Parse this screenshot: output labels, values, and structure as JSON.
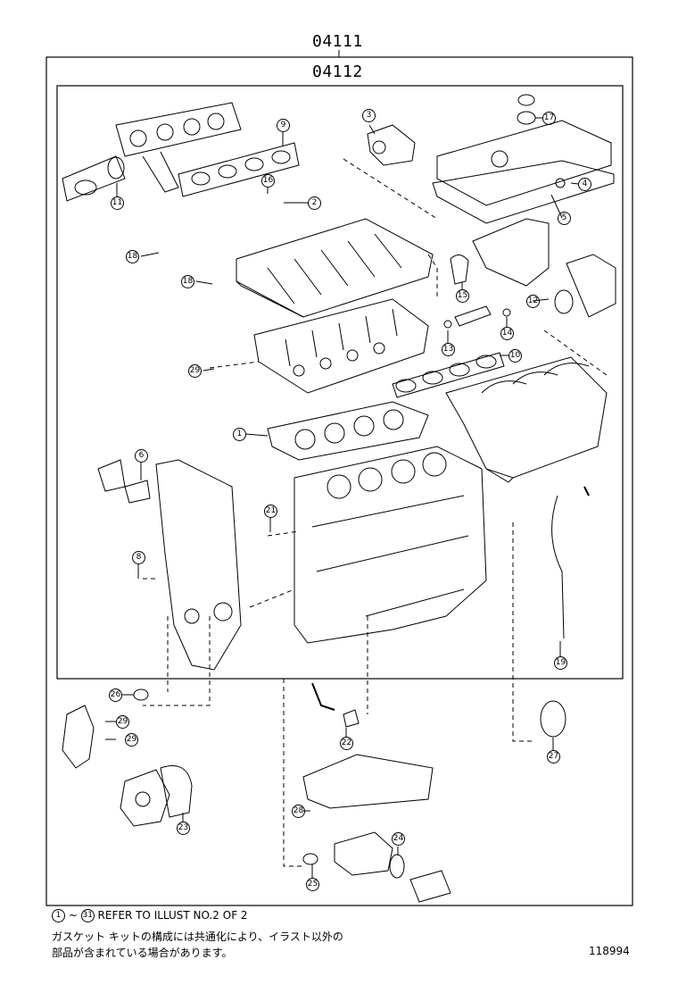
{
  "assembly_no": "04111",
  "subassembly_no": "04112",
  "callouts": [
    "1",
    "2",
    "3",
    "4",
    "5",
    "6",
    "8",
    "9",
    "10",
    "11",
    "12",
    "13",
    "14",
    "15",
    "16",
    "17",
    "18",
    "18",
    "19",
    "21",
    "22",
    "23",
    "24",
    "25",
    "26",
    "27",
    "28",
    "29",
    "29",
    "29"
  ],
  "note": {
    "range_start": "1",
    "range_end": "31",
    "refer_text": "REFER TO ILLUST NO.2 OF 2",
    "jp_line1": "ガスケット キットの構成には共通化により、イラスト以外の",
    "jp_line2": "部品が含まれている場合があります。"
  },
  "illustration_id": "118994"
}
